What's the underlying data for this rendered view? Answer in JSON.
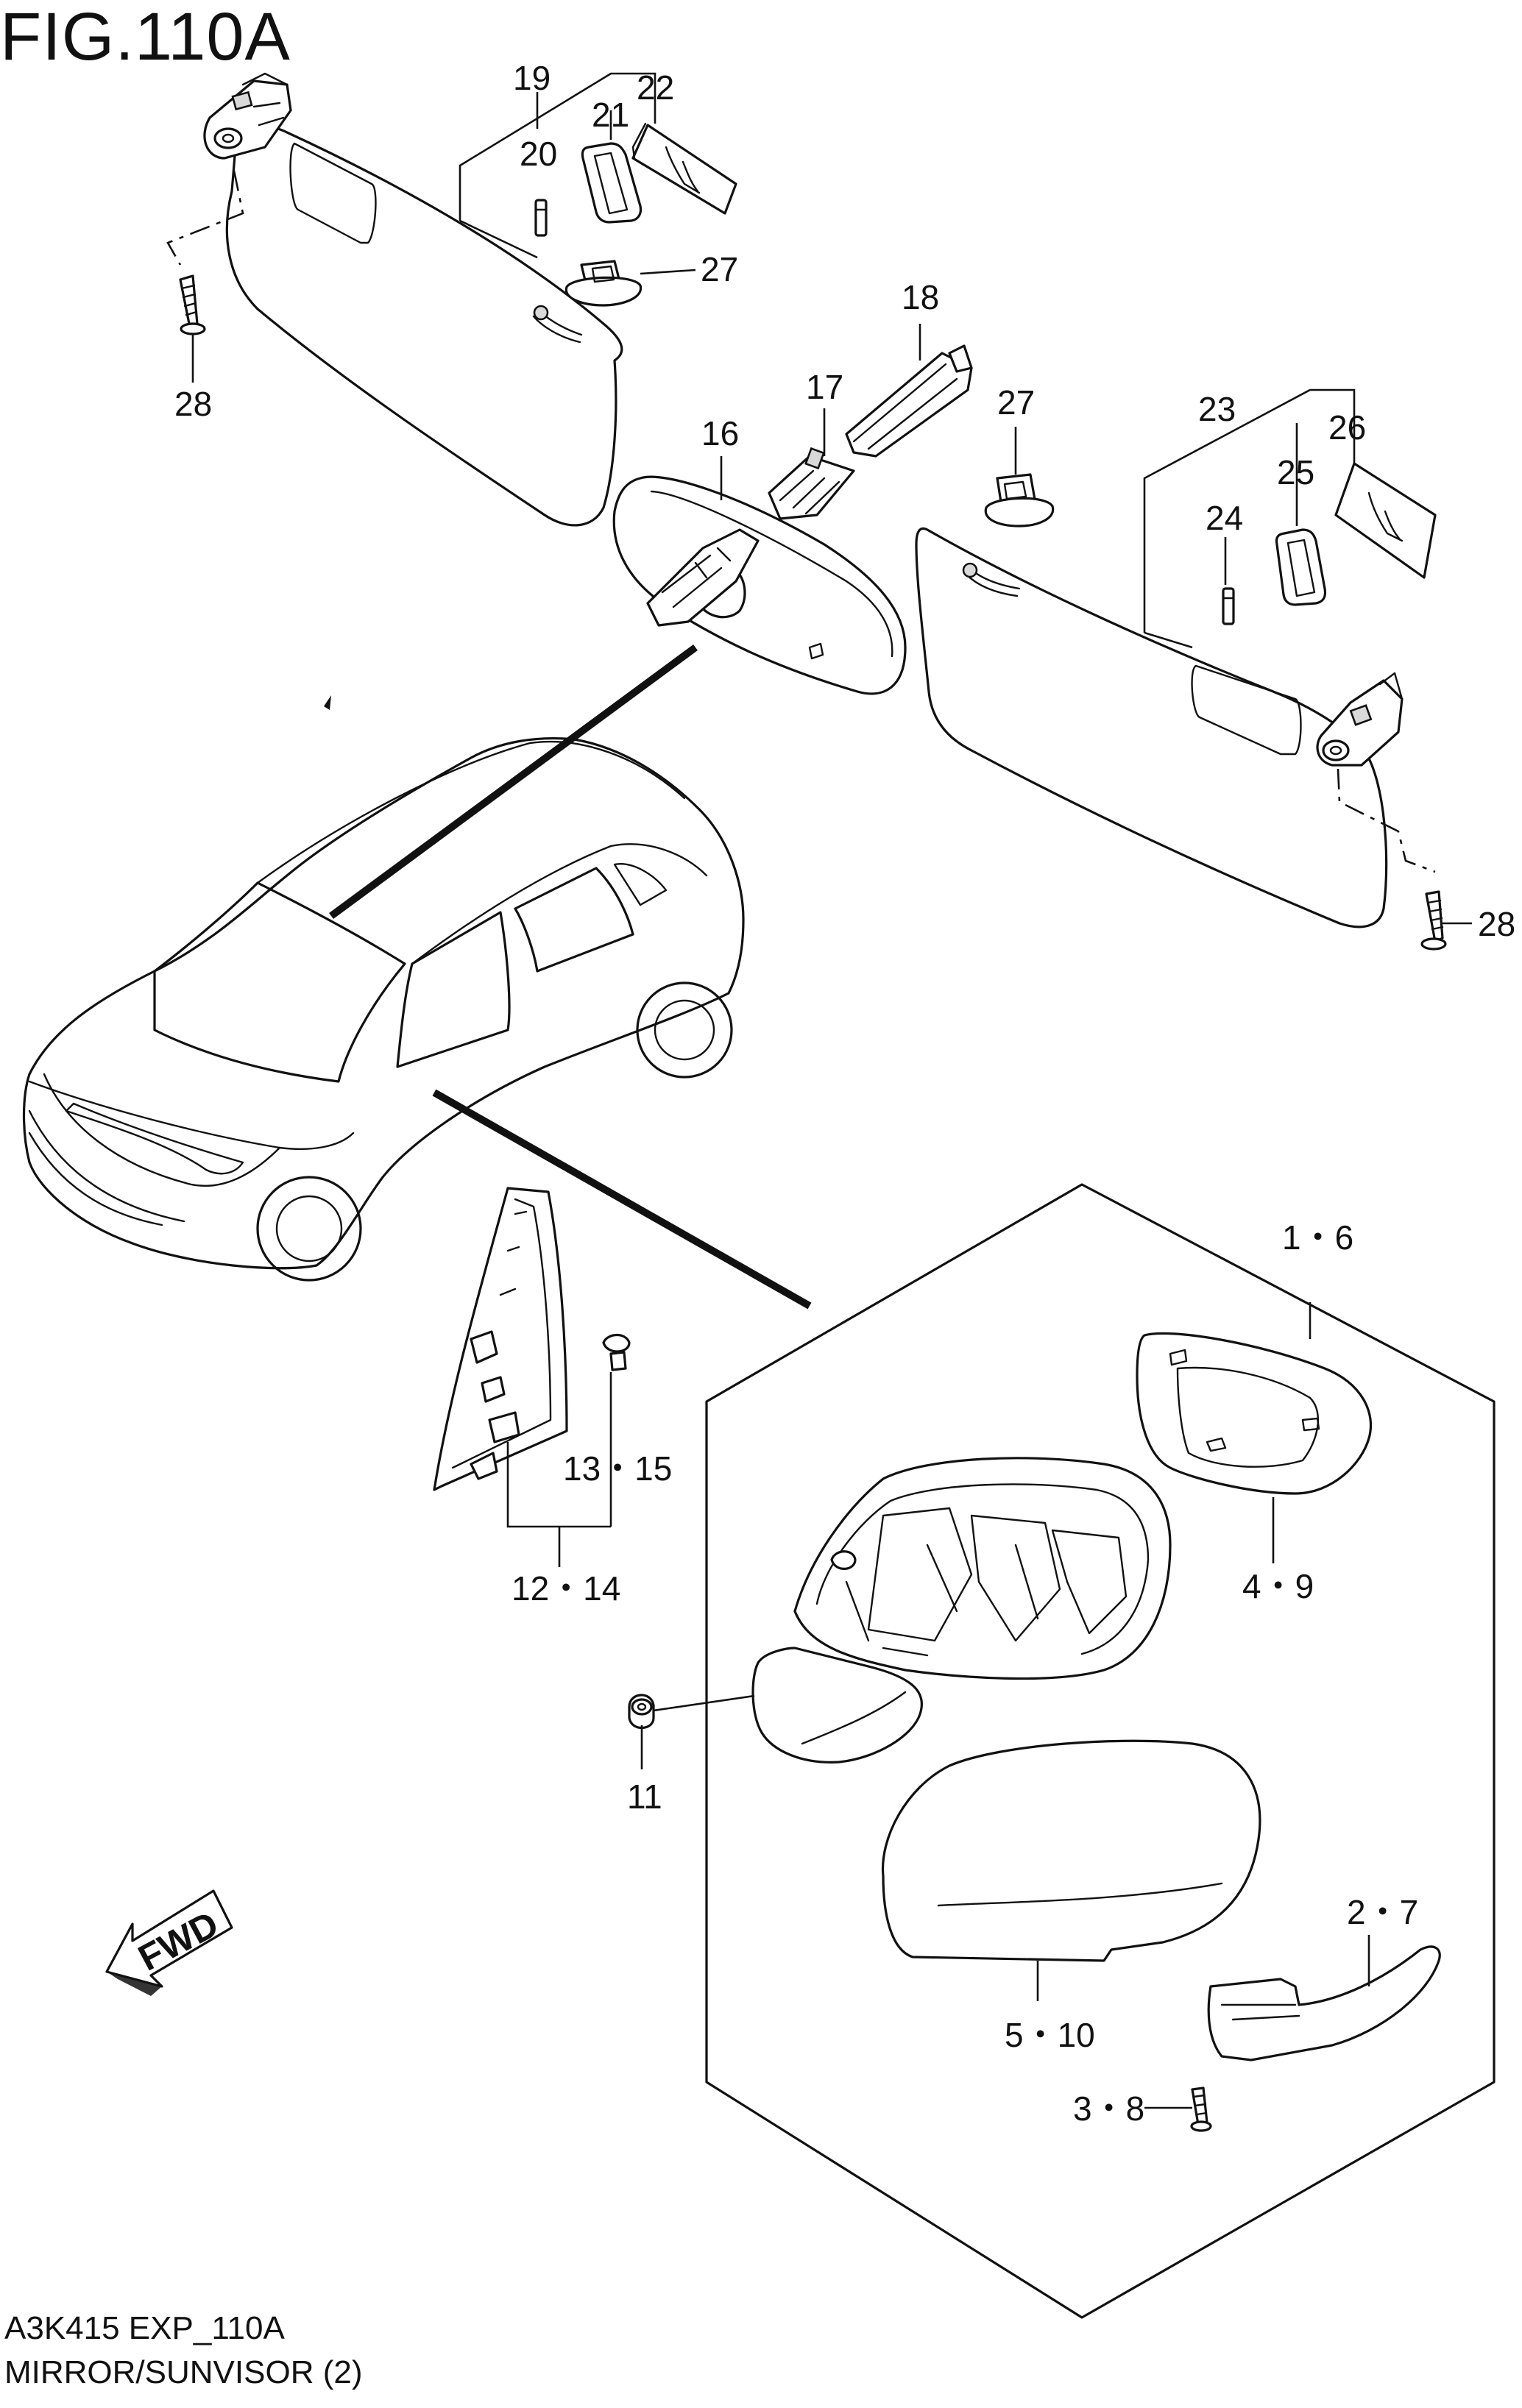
{
  "figure": {
    "title": "FIG.110A",
    "code": "A3K415 EXP_110A",
    "name": "MIRROR/SUNVISOR (2)"
  },
  "callouts": {
    "c19": "19",
    "c20": "20",
    "c21": "21",
    "c22": "22",
    "c27a": "27",
    "c28a": "28",
    "c18": "18",
    "c17": "17",
    "c16": "16",
    "c27b": "27",
    "c23": "23",
    "c24": "24",
    "c25": "25",
    "c26": "26",
    "c28b": "28",
    "c1_6": "1・6",
    "c4_9": "4・9",
    "c13_15": "13・15",
    "c12_14": "12・14",
    "c11": "11",
    "c2_7": "2・7",
    "c5_10": "5・10",
    "c3_8": "3・8"
  },
  "fwd_label": "FWD"
}
